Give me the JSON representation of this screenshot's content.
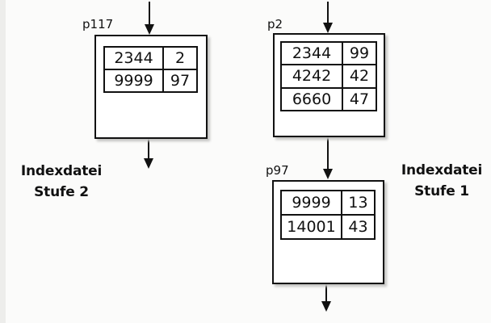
{
  "diagram": {
    "nodes": [
      {
        "id": "p117",
        "label": "p117",
        "rows": [
          [
            "2344",
            "2"
          ],
          [
            "9999",
            "97"
          ]
        ]
      },
      {
        "id": "p2",
        "label": "p2",
        "rows": [
          [
            "2344",
            "99"
          ],
          [
            "4242",
            "42"
          ],
          [
            "6660",
            "47"
          ]
        ]
      },
      {
        "id": "p97",
        "label": "p97",
        "rows": [
          [
            "9999",
            "13"
          ],
          [
            "14001",
            "43"
          ]
        ]
      }
    ],
    "captions": {
      "left": {
        "line1": "Indexdatei",
        "line2": "Stufe 2"
      },
      "right": {
        "line1": "Indexdatei",
        "line2": "Stufe 1"
      }
    },
    "colors": {
      "line": "#111111",
      "box_fill": "#ffffff",
      "background": "#fbfbfa",
      "shadow": "#c4c4c2"
    }
  }
}
